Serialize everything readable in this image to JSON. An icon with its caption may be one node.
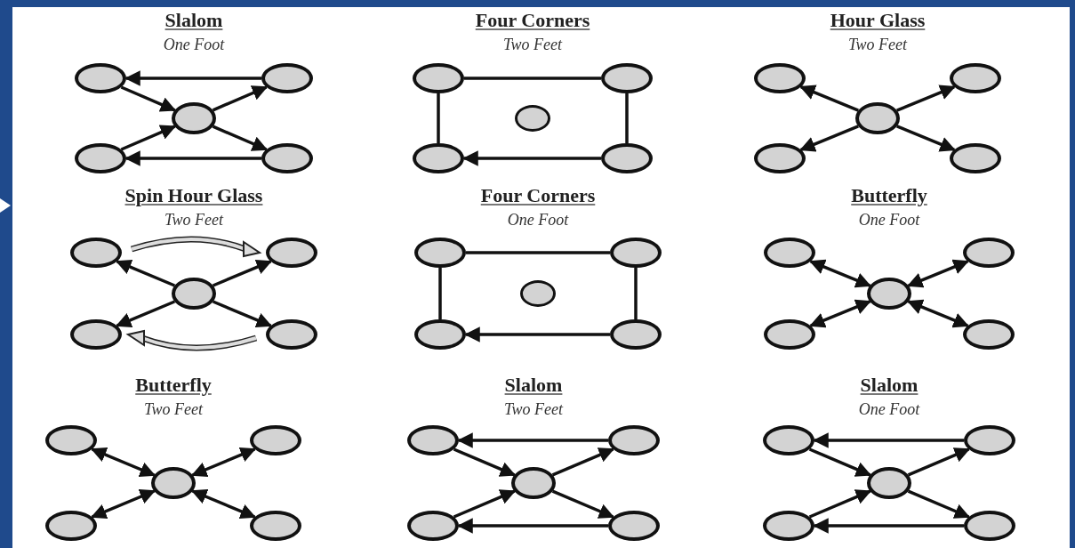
{
  "diagram": {
    "nodes": [
      {
        "text": [],
        "shape": "circle"
      },
      {
        "text": [],
        "shape": "circle"
      },
      {
        "text": [],
        "shape": "circle"
      },
      {
        "text": [],
        "shape": "circle"
      },
      {
        "text": [],
        "shape": "circle"
      },
      {
        "text": [],
        "shape": "circle"
      },
      {
        "text": [],
        "shape": "circle"
      },
      {
        "text": [],
        "shape": "circle"
      },
      {
        "text": [],
        "shape": "circle"
      },
      {
        "text": [],
        "shape": "circle"
      },
      {
        "text": [],
        "shape": "circle"
      },
      {
        "text": [],
        "shape": "circle"
      },
      {
        "text": [],
        "shape": "circle"
      },
      {
        "text": [],
        "shape": "circle"
      },
      {
        "text": [],
        "shape": "circle"
      },
      {
        "text": [],
        "shape": "circle"
      },
      {
        "text": [],
        "shape": "circle"
      },
      {
        "text": [],
        "shape": "circle"
      },
      {
        "text": [],
        "shape": "circle"
      },
      {
        "text": [],
        "shape": "circle"
      },
      {
        "text": [],
        "shape": "circle"
      },
      {
        "text": [],
        "shape": "circle"
      },
      {
        "text": [],
        "shape": "circle"
      },
      {
        "text": [],
        "shape": "circle"
      },
      {
        "text": [],
        "shape": "circle"
      },
      {
        "text": [],
        "shape": "circle"
      },
      {
        "text": [],
        "shape": "circle"
      },
      {
        "text": [],
        "shape": "circle"
      },
      {
        "text": [],
        "shape": "circle"
      },
      {
        "text": [],
        "shape": "circle"
      },
      {
        "text": [],
        "shape": "circle"
      },
      {
        "text": [],
        "shape": "circle"
      },
      {
        "text": [],
        "shape": "circle"
      },
      {
        "text": [],
        "shape": "circle"
      },
      {
        "text": [],
        "shape": "circle"
      },
      {
        "text": [],
        "shape": "circle"
      },
      {
        "text": [],
        "shape": "circle"
      },
      {
        "text": [],
        "shape": "circle"
      },
      {
        "text": [],
        "shape": "circle"
      },
      {
        "text": [],
        "shape": "circle"
      },
      {
        "text": [],
        "shape": "circle"
      },
      {
        "text": [],
        "shape": "circle"
      },
      {
        "text": [],
        "shape": "circle"
      },
      {
        "text": [],
        "shape": "circle"
      },
      {
        "text": [],
        "shape": "circle"
      }
    ],
    "edges": [
      {
        "from": 3,
        "to": 2,
        "arrow": "to"
      },
      {
        "from": 2,
        "to": 1,
        "arrow": "to"
      },
      {
        "from": 1,
        "to": 0,
        "arrow": "to"
      },
      {
        "from": 0,
        "to": 2,
        "arrow": "to"
      },
      {
        "from": 2,
        "to": 4,
        "arrow": "to"
      },
      {
        "from": 4,
        "to": 3,
        "arrow": "to"
      },
      {
        "from": 8,
        "to": 5,
        "arrow": "none"
      },
      {
        "from": 5,
        "to": 6,
        "arrow": "none"
      },
      {
        "from": 6,
        "to": 9,
        "arrow": "none"
      },
      {
        "from": 9,
        "to": 8,
        "arrow": "to"
      },
      {
        "from": 12,
        "to": 10,
        "arrow": "to"
      },
      {
        "from": 12,
        "to": 11,
        "arrow": "to"
      },
      {
        "from": 12,
        "to": 13,
        "arrow": "to"
      },
      {
        "from": 12,
        "to": 14,
        "arrow": "to"
      },
      {
        "from": 17,
        "to": 15,
        "arrow": "to"
      },
      {
        "from": 17,
        "to": 16,
        "arrow": "to"
      },
      {
        "from": 17,
        "to": 18,
        "arrow": "to"
      },
      {
        "from": 17,
        "to": 19,
        "arrow": "to"
      },
      {
        "from": 23,
        "to": 20,
        "arrow": "none"
      },
      {
        "from": 20,
        "to": 21,
        "arrow": "none"
      },
      {
        "from": 21,
        "to": 24,
        "arrow": "none"
      },
      {
        "from": 24,
        "to": 23,
        "arrow": "to"
      },
      {
        "from": 27,
        "to": 25,
        "arrow": "both"
      },
      {
        "from": 27,
        "to": 26,
        "arrow": "both"
      },
      {
        "from": 27,
        "to": 28,
        "arrow": "both"
      },
      {
        "from": 27,
        "to": 29,
        "arrow": "both"
      },
      {
        "from": 32,
        "to": 30,
        "arrow": "both"
      },
      {
        "from": 32,
        "to": 31,
        "arrow": "both"
      },
      {
        "from": 32,
        "to": 33,
        "arrow": "both"
      },
      {
        "from": 32,
        "to": 34,
        "arrow": "both"
      },
      {
        "from": 38,
        "to": 37,
        "arrow": "to"
      },
      {
        "from": 37,
        "to": 36,
        "arrow": "to"
      },
      {
        "from": 36,
        "to": 35,
        "arrow": "to"
      },
      {
        "from": 35,
        "to": 37,
        "arrow": "to"
      },
      {
        "from": 37,
        "to": 39,
        "arrow": "to"
      },
      {
        "from": 39,
        "to": 38,
        "arrow": "to"
      },
      {
        "from": 43,
        "to": 42,
        "arrow": "to"
      },
      {
        "from": 42,
        "to": 41,
        "arrow": "to"
      },
      {
        "from": 41,
        "to": 40,
        "arrow": "to"
      },
      {
        "from": 40,
        "to": 42,
        "arrow": "to"
      },
      {
        "from": 42,
        "to": 44,
        "arrow": "to"
      },
      {
        "from": 44,
        "to": 43,
        "arrow": "to"
      }
    ],
    "labels": [
      "Slalom",
      "One Foot",
      "Four Corners",
      "Two Feet",
      "Hour Glass",
      "Two Feet",
      "Spin Hour Glass",
      "Two Feet",
      "Four Corners",
      "One Foot",
      "Butterfly",
      "One Foot",
      "Butterfly",
      "Two Feet",
      "Slalom",
      "Two Feet",
      "Slalom",
      "One Foot"
    ]
  }
}
